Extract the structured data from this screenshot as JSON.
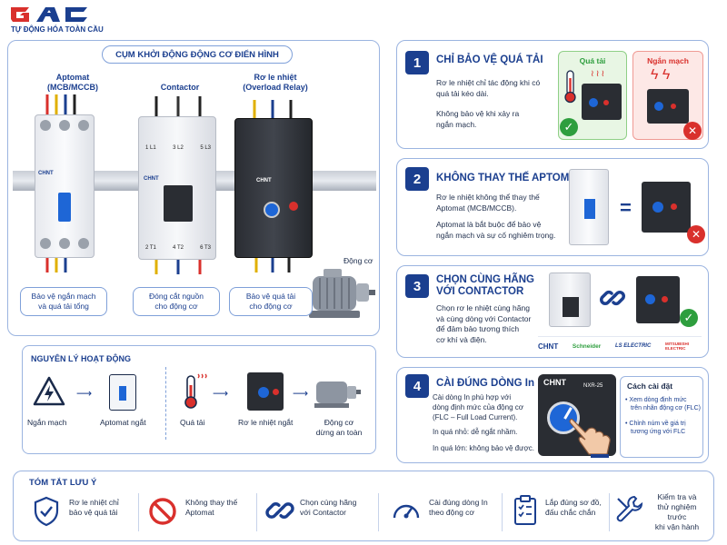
{
  "brand": {
    "logo": "GAC",
    "tagline": "TỰ ĐỘNG HÓA TOÀN CẦU"
  },
  "left_panel": {
    "title": "CỤM KHỞI ĐỘNG ĐỘNG CƠ ĐIỂN HÌNH",
    "devices": [
      {
        "name_line1": "Aptomat",
        "name_line2": "(MCB/MCCB)",
        "brand": "CHNT",
        "caption_line1": "Bảo vệ ngắn mạch",
        "caption_line2": "và quá tải tổng"
      },
      {
        "name_line1": "",
        "name_line2": "Contactor",
        "brand": "CHNT",
        "caption_line1": "Đóng cắt nguồn",
        "caption_line2": "cho động cơ"
      },
      {
        "name_line1": "Rơ le nhiệt",
        "name_line2": "(Overload Relay)",
        "brand": "CHNT",
        "caption_line1": "Bảo vệ quá tải",
        "caption_line2": "cho động cơ"
      }
    ],
    "contactor_terminals_top": [
      "1 L1",
      "3 L2",
      "5 L3"
    ],
    "contactor_terminals_bottom": [
      "2 T1",
      "4 T2",
      "6 T3"
    ],
    "motor_label": "Động cơ"
  },
  "principle": {
    "title": "NGUYÊN LÝ HOẠT ĐỘNG",
    "steps": [
      "Ngắn mạch",
      "Aptomat ngắt",
      "Quá tải",
      "Rơ le nhiệt ngắt"
    ],
    "last_line1": "Động cơ",
    "last_line2": "dừng an toàn"
  },
  "tips": [
    {
      "num": "1",
      "title": "CHỈ BẢO VỆ QUÁ TẢI",
      "p1_l1": "Rơ le nhiệt chỉ tác động khi có",
      "p1_l2": "quá tải kéo dài.",
      "p2_l1": "Không bảo vệ khi xảy ra",
      "p2_l2": "ngắn mạch.",
      "ok_label": "Quá tải",
      "bad_label": "Ngắn mạch"
    },
    {
      "num": "2",
      "title": "KHÔNG THAY THẾ APTOMAT",
      "p1_l1": "Rơ le nhiệt không thể thay thế",
      "p1_l2": "Aptomat (MCB/MCCB).",
      "p2_l1": "Aptomat là bắt buộc để bảo vệ",
      "p2_l2": "ngắn mạch và sự cố nghiêm trọng.",
      "equals": "="
    },
    {
      "num": "3",
      "title_l1": "CHỌN CÙNG HÃNG",
      "title_l2": "VỚI CONTACTOR",
      "l1": "Chọn rơ le nhiệt cùng hãng",
      "l2": "và cùng dòng với Contactor",
      "l3": "để đảm bảo tương thích",
      "l4": "cơ khí và điện.",
      "brands": [
        "CHNT",
        "Schneider",
        "LS ELECTRIC",
        "MITSUBISHI ELECTRIC"
      ]
    },
    {
      "num": "4",
      "title": "CÀI ĐÚNG DÒNG In",
      "l1": "Cài dòng In phù hợp với",
      "l2": "dòng định mức của động cơ",
      "l3": "(FLC – Full Load Current).",
      "small": "In quá nhỏ: dễ ngắt nhầm.",
      "large": "In quá lớn: không bảo vệ được.",
      "relay_brand": "CHNT",
      "relay_model": "NXR-25",
      "setting_title": "Cách cài đặt",
      "b1_l1": "Xem dòng định mức",
      "b1_l2": "trên nhãn động cơ (FLC)",
      "b2_l1": "Chỉnh núm về giá trị",
      "b2_l2": "tương ứng với FLC"
    }
  ],
  "summary": {
    "title": "TÓM TẮT LƯU Ý",
    "items": [
      {
        "l1": "Rơ le nhiệt chỉ",
        "l2": "bảo vệ quá tải",
        "l3": ""
      },
      {
        "l1": "Không thay thế",
        "l2": "Aptomat",
        "l3": ""
      },
      {
        "l1": "Chọn cùng hãng",
        "l2": "với Contactor",
        "l3": ""
      },
      {
        "l1": "Cài đúng dòng In",
        "l2": "theo động cơ",
        "l3": ""
      },
      {
        "l1": "Lắp đúng sơ đồ,",
        "l2": "đấu chắc chắn",
        "l3": ""
      },
      {
        "l1": "Kiểm tra và",
        "l2": "thử nghiệm trước",
        "l3": "khi vận hành"
      }
    ]
  },
  "colors": {
    "navy": "#1b3f8f",
    "green": "#2e9e3e",
    "red": "#d9302c",
    "light_green": "#e8f6e4",
    "light_red": "#fde8e6"
  }
}
